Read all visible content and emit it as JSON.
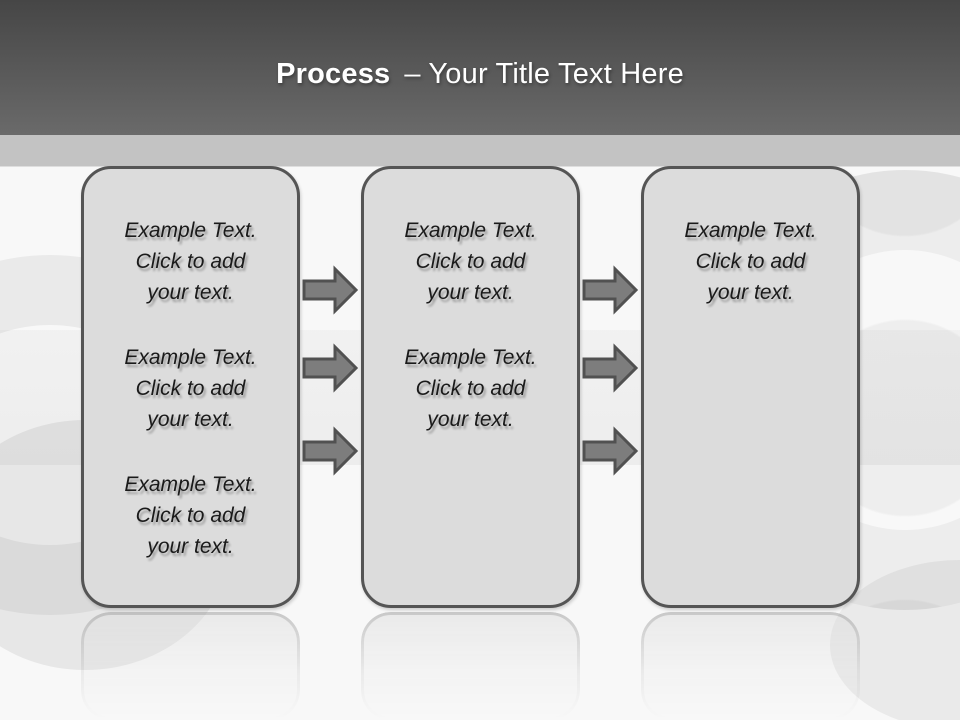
{
  "slide": {
    "title": {
      "keyword": "Process",
      "rest": "– Your Title Text Here"
    },
    "boxes": [
      {
        "blocks": [
          "Example Text.\nClick  to add\nyour text.",
          "Example Text.\nClick  to add\nyour text.",
          "Example Text.\nClick  to add\nyour text."
        ]
      },
      {
        "blocks": [
          "Example Text.\nClick  to add\nyour text.",
          "Example Text.\nClick  to add\nyour text."
        ]
      },
      {
        "blocks": [
          "Example Text.\nClick  to add\nyour text."
        ]
      }
    ],
    "icons": {
      "arrow": "right-arrow-icon"
    },
    "colors": {
      "header_top": "#464646",
      "header_bottom": "#6a6a6a",
      "divider_band": "#c3c3c3",
      "body_bg": "#f8f8f8",
      "box_fill": "#dcdcdc",
      "box_border": "#555555",
      "arrow_fill": "#7d7d7d",
      "arrow_stroke": "#515151",
      "title_color": "#ffffff",
      "text_color": "#1a1a1a"
    }
  }
}
